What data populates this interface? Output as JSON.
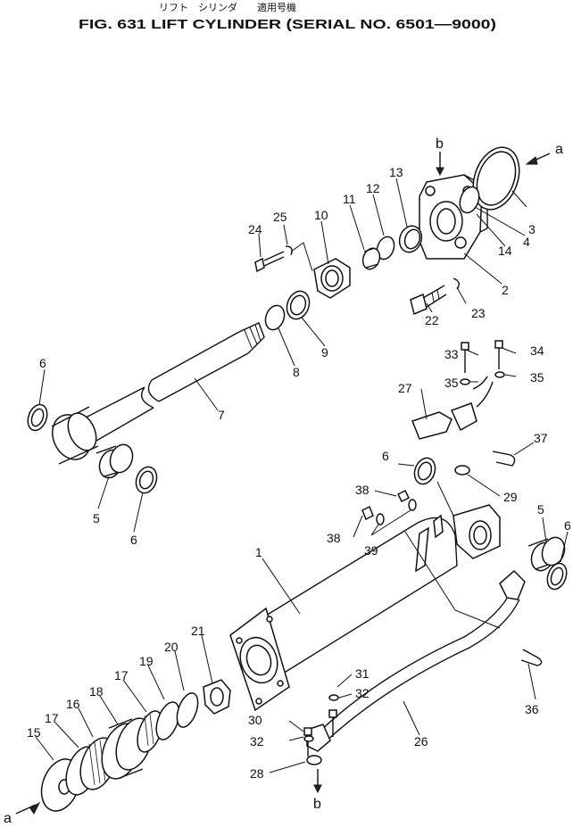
{
  "header": {
    "subtitle_jp": "リフト　シリンダ　　適用号機",
    "title": "FIG. 631  LIFT CYLINDER  (SERIAL  NO. 6501—9000)"
  },
  "arrows": {
    "a": "a",
    "b": "b"
  },
  "callouts": {
    "n1": "1",
    "n2": "2",
    "n3": "3",
    "n4": "4",
    "n5": "5",
    "n5b": "5",
    "n6a": "6",
    "n6b": "6",
    "n6c": "6",
    "n6d": "6",
    "n7": "7",
    "n8": "8",
    "n9": "9",
    "n10": "10",
    "n11": "11",
    "n12": "12",
    "n13": "13",
    "n14": "14",
    "n15": "15",
    "n16": "16",
    "n17a": "17",
    "n17b": "17",
    "n18": "18",
    "n19": "19",
    "n20": "20",
    "n21": "21",
    "n22": "22",
    "n23": "23",
    "n24": "24",
    "n25": "25",
    "n26": "26",
    "n27": "27",
    "n28": "28",
    "n29": "29",
    "n30": "30",
    "n31": "31",
    "n32a": "32",
    "n32b": "32",
    "n33": "33",
    "n34": "34",
    "n35a": "35",
    "n35b": "35",
    "n36": "36",
    "n37": "37",
    "n38a": "38",
    "n38b": "38",
    "n39": "39"
  }
}
